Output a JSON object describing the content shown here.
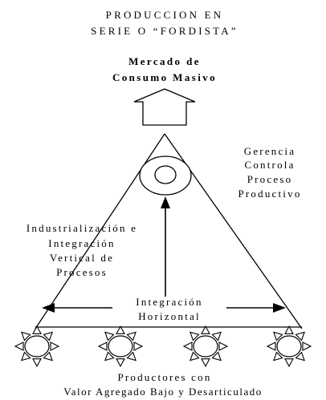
{
  "title": {
    "line1": "PRODUCCION EN",
    "line2": "SERIE O “FORDISTA”"
  },
  "market": {
    "line1": "Mercado de",
    "line2": "Consumo Masivo"
  },
  "management": {
    "line1": "Gerencia",
    "line2": "Controla",
    "line3": "Proceso",
    "line4": "Productivo"
  },
  "vertical": {
    "line1": "Industrialización e",
    "line2": "Integración",
    "line3": "Vertical de",
    "line4": "Procesos"
  },
  "horizontal": {
    "line1": "Integración",
    "line2": "Horizontal"
  },
  "producers": {
    "line1": "Productores con",
    "line2": "Valor Agregado Bajo y Desarticulado"
  },
  "colors": {
    "ink": "#000000",
    "background": "#ffffff"
  }
}
